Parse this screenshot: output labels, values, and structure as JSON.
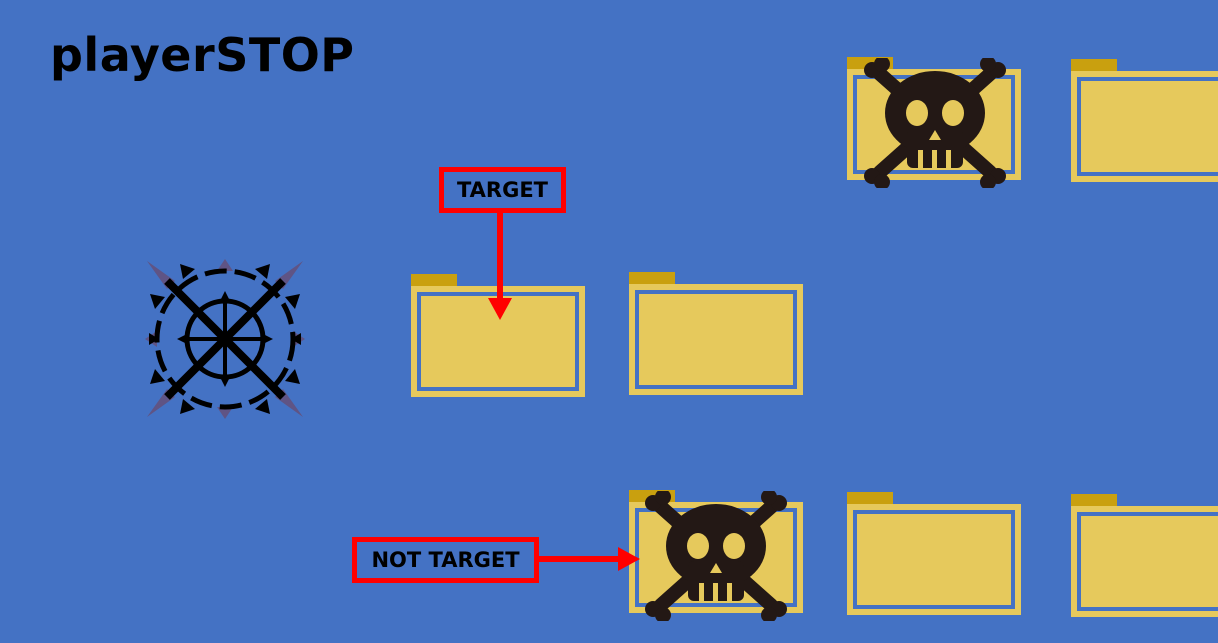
{
  "title": "playerSTOP",
  "labels": {
    "target": "TARGET",
    "not_target": "NOT TARGET"
  },
  "colors": {
    "background": "#4472c4",
    "folder": "#e6c95c",
    "folder_tab": "#c9a00f",
    "label_border": "#ff0000",
    "skull": "#231815"
  },
  "sprites": {
    "player": "gear-crosshair-icon",
    "folder": "folder-icon",
    "hazard": "skull-crossbones-icon"
  },
  "folders": [
    {
      "name": "folder-target",
      "hazard": false
    },
    {
      "name": "folder-middle-row-2",
      "hazard": false
    },
    {
      "name": "folder-top-skull",
      "hazard": true
    },
    {
      "name": "folder-top-right",
      "hazard": false
    },
    {
      "name": "folder-bottom-skull",
      "hazard": true
    },
    {
      "name": "folder-bottom-middle",
      "hazard": false
    },
    {
      "name": "folder-bottom-right",
      "hazard": false
    }
  ]
}
